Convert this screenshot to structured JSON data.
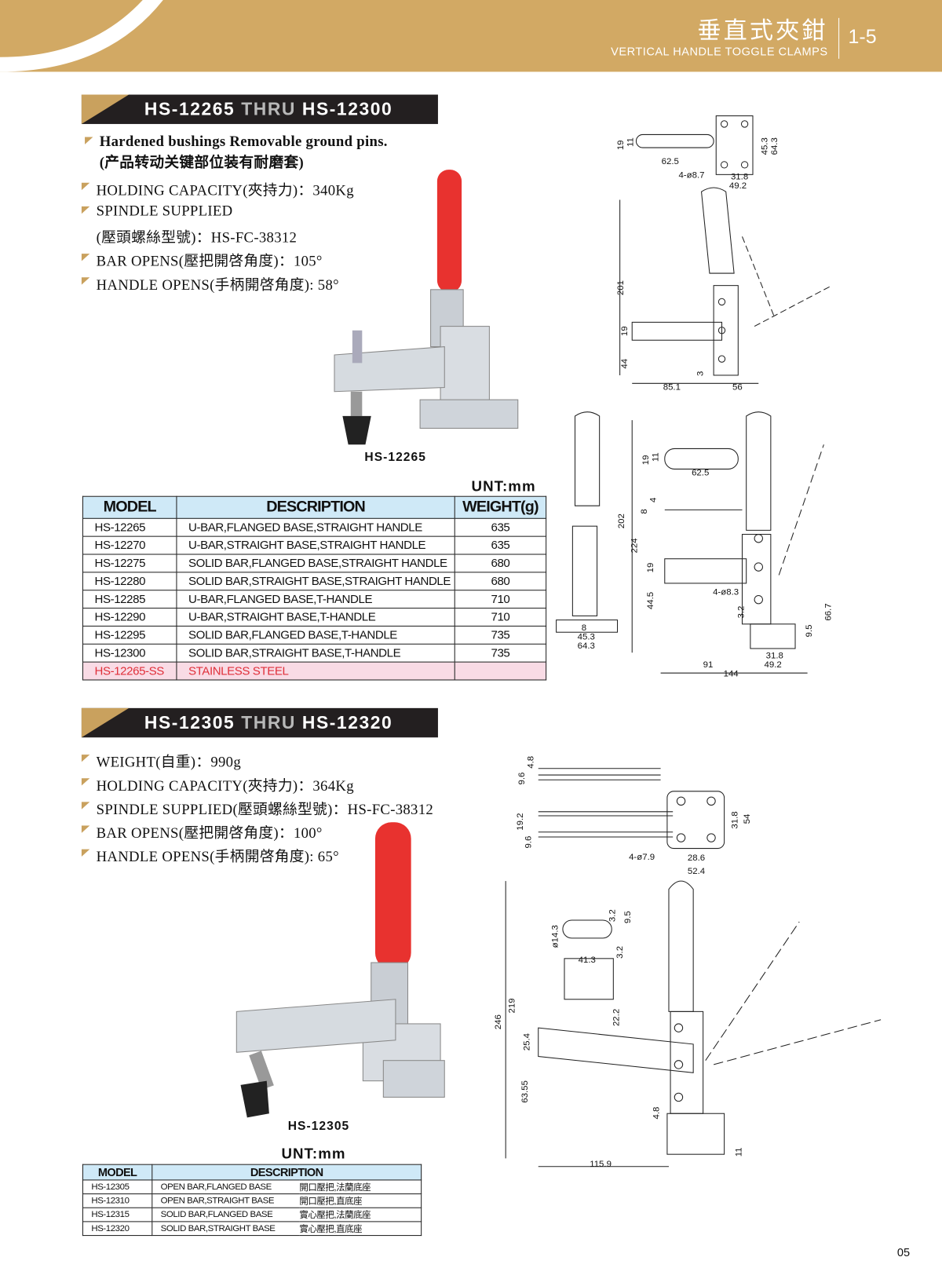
{
  "header": {
    "title_cn": "垂直式夾鉗",
    "title_en": "VERTICAL HANDLE TOGGLE CLAMPS",
    "section_number": "1-5"
  },
  "section1": {
    "title": {
      "from": "HS-12265",
      "thru": "THRU",
      "to": "HS-12300"
    },
    "features": [
      "Hardened bushings Removable ground pins.",
      "(产品转动关键部位装有耐磨套)",
      "HOLDING CAPACITY(夾持力)：340Kg",
      "SPINDLE SUPPLIED",
      "(壓頭螺絲型號)：HS-FC-38312",
      "BAR OPENS(壓把開啓角度)：105°",
      "HANDLE OPENS(手柄開啓角度): 58°"
    ],
    "photo_caption": "HS-12265",
    "unit": "UNT:mm",
    "table": {
      "headers": [
        "MODEL",
        "DESCRIPTION",
        "WEIGHT(g)"
      ],
      "rows": [
        [
          "HS-12265",
          "U-BAR,FLANGED BASE,STRAIGHT HANDLE",
          "635"
        ],
        [
          "HS-12270",
          "U-BAR,STRAIGHT BASE,STRAIGHT HANDLE",
          "635"
        ],
        [
          "HS-12275",
          "SOLID BAR,FLANGED BASE,STRAIGHT HANDLE",
          "680"
        ],
        [
          "HS-12280",
          "SOLID BAR,STRAIGHT BASE,STRAIGHT HANDLE",
          "680"
        ],
        [
          "HS-12285",
          "U-BAR,FLANGED BASE,T-HANDLE",
          "710"
        ],
        [
          "HS-12290",
          "U-BAR,STRAIGHT BASE,T-HANDLE",
          "710"
        ],
        [
          "HS-12295",
          "SOLID BAR,FLANGED BASE,T-HANDLE",
          "735"
        ],
        [
          "HS-12300",
          "SOLID BAR,STRAIGHT BASE,T-HANDLE",
          "735"
        ]
      ],
      "special_row": [
        "HS-12265-SS",
        "STAINLESS STEEL"
      ]
    },
    "drawing1_dims": [
      "19",
      "11",
      "62.5",
      "4-ø8.7",
      "31.8",
      "49.2",
      "45.3",
      "64.3",
      "201",
      "19",
      "44",
      "3",
      "85.1",
      "56"
    ],
    "drawing2_dims": [
      "19",
      "11",
      "62.5",
      "8",
      "4",
      "202",
      "224",
      "19",
      "44.5",
      "4-ø8.3",
      "3.2",
      "8",
      "45.3",
      "64.3",
      "9.5",
      "66.7",
      "31.8",
      "49.2",
      "91",
      "144"
    ]
  },
  "section2": {
    "title": {
      "from": "HS-12305",
      "thru": "THRU",
      "to": "HS-12320"
    },
    "features": [
      "WEIGHT(自重)：990g",
      "HOLDING CAPACITY(夾持力)：364Kg",
      "SPINDLE SUPPLIED(壓頭螺絲型號)：HS-FC-38312",
      "BAR OPENS(壓把開啓角度)：100°",
      "HANDLE OPENS(手柄開啓角度): 65°"
    ],
    "photo_caption": "HS-12305",
    "unit": "UNT:mm",
    "table": {
      "headers": [
        "MODEL",
        "DESCRIPTION"
      ],
      "rows": [
        [
          "HS-12305",
          "OPEN BAR,FLANGED BASE",
          "開口壓把,法蘭底座"
        ],
        [
          "HS-12310",
          "OPEN BAR,STRAIGHT BASE",
          "開口壓把,直底座"
        ],
        [
          "HS-12315",
          "SOLID BAR,FLANGED BASE",
          "實心壓把,法蘭底座"
        ],
        [
          "HS-12320",
          "SOLID BAR,STRAIGHT BASE",
          "實心壓把,直底座"
        ]
      ]
    },
    "drawing3_dims": [
      "9.6",
      "4.8",
      "19.2",
      "9.6",
      "31.8",
      "54",
      "4-ø7.9",
      "28.6",
      "52.4",
      "ø14.3",
      "3.2",
      "9.5",
      "3.2",
      "41.3",
      "22.2",
      "246",
      "219",
      "25.4",
      "63.55",
      "4.8",
      "11",
      "115.9"
    ]
  },
  "colors": {
    "gold": "#d2a964",
    "dark": "#231f20",
    "table_header": "#cfe9f7",
    "stainless_row": "#f9dbe5",
    "stainless_text": "#e0303a",
    "handle_red": "#e8322f"
  },
  "page_number": "05"
}
